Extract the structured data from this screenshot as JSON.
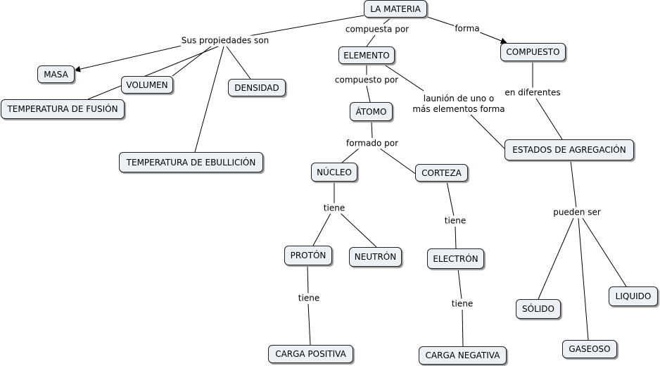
{
  "concept_map": {
    "nodes": {
      "la_materia": "LA MATERIA",
      "elemento": "ELEMENTO",
      "compuesto": "COMPUESTO",
      "masa": "MASA",
      "volumen": "VOLUMEN",
      "densidad": "DENSIDAD",
      "temp_fusion": "TEMPERATURA DE FUSIÓN",
      "temp_ebullicion": "TEMPERATURA DE EBULLICIÓN",
      "atomo": "ÁTOMO",
      "nucleo": "NÚCLEO",
      "corteza": "CORTEZA",
      "proton": "PROTÓN",
      "neutron": "NEUTRÓN",
      "electron": "ELECTRÓN",
      "carga_positiva": "CARGA POSITIVA",
      "carga_negativa": "CARGA NEGATIVA",
      "estados": "ESTADOS DE AGREGACIÓN",
      "solido": "SÓLIDO",
      "gaseoso": "GASEOSO",
      "liquido": "LIQUIDO"
    },
    "links": {
      "sus_propiedades": "Sus propiedades son",
      "compuesta_por": "compuesta por",
      "forma": "forma",
      "compuesto_por": "compuesto por",
      "launion": "launión de uno o\nmás elementos forma",
      "en_diferentes": "en diferentes",
      "formado_por": "formado por",
      "tiene_nucleo": "tiene",
      "tiene_corteza": "tiene",
      "tiene_proton": "tiene",
      "tiene_electron": "tiene",
      "pueden_ser": "pueden ser"
    }
  }
}
